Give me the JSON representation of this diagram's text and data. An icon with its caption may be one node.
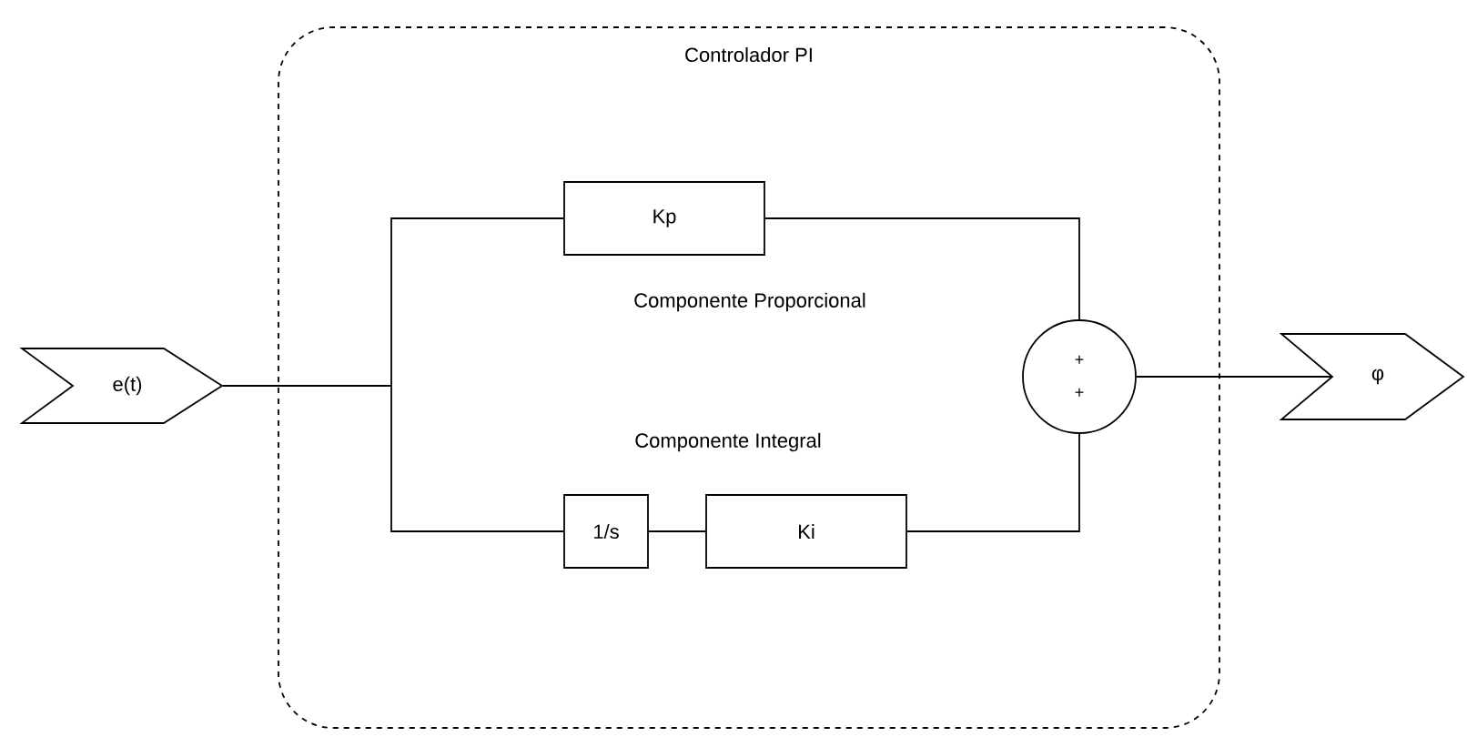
{
  "diagram": {
    "nodes": [
      {
        "text": [
          "Controlador PI"
        ]
      },
      {
        "text": [
          "e(t)"
        ]
      },
      {
        "text": [
          "Kp"
        ],
        "in": 0
      },
      {
        "text": [
          "1/s"
        ],
        "in": 0
      },
      {
        "text": [
          "Ki"
        ],
        "in": 0
      },
      {
        "text": [
          "+",
          "+"
        ],
        "in": 0
      },
      {
        "text": [
          "φ"
        ]
      }
    ],
    "edges": [
      {
        "from": 1,
        "to": 2,
        "arrow": "none"
      },
      {
        "from": 1,
        "to": 3,
        "arrow": "none"
      },
      {
        "from": 2,
        "to": 5,
        "arrow": "none"
      },
      {
        "from": 3,
        "to": 4,
        "arrow": "none"
      },
      {
        "from": 4,
        "to": 5,
        "arrow": "none"
      },
      {
        "from": 5,
        "to": 6,
        "arrow": "none"
      }
    ],
    "labels": [
      "Componente Proporcional",
      "Componente Integral"
    ]
  }
}
